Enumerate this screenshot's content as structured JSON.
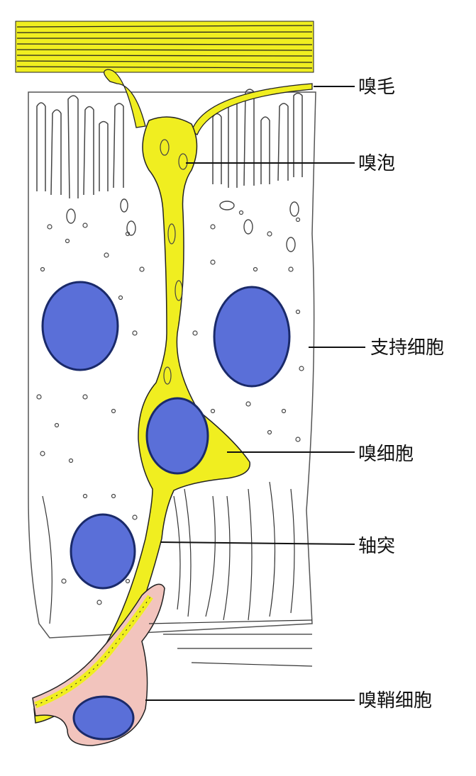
{
  "labels": {
    "olfactory_cilia": "嗅毛",
    "olfactory_vesicle": "嗅泡",
    "supporting_cell": "支持细胞",
    "olfactory_cell": "嗅细胞",
    "axon": "轴突",
    "olfactory_ensheathing_cell": "嗅鞘细胞"
  },
  "colors": {
    "olfactory_cell": "#f0ee20",
    "nucleus": "#5a6fd8",
    "ensheathing_cell": "#f2c4bd",
    "outline": "#222222",
    "background": "#ffffff"
  }
}
